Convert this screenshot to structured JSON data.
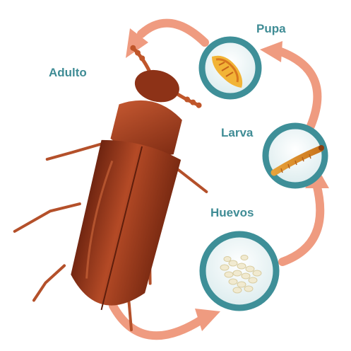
{
  "stages": {
    "adult": {
      "label": "Adulto"
    },
    "pupa": {
      "label": "Pupa"
    },
    "larva": {
      "label": "Larva"
    },
    "eggs": {
      "label": "Huevos"
    }
  },
  "colors": {
    "label_text": "#3f8c95",
    "circle_ring": "#3e8f98",
    "circle_fill": "#eef7f8",
    "arrow": "#ef9b80",
    "beetle": "#a83d1e"
  },
  "cycle_order": [
    "Huevos",
    "Larva",
    "Pupa",
    "Adulto"
  ]
}
